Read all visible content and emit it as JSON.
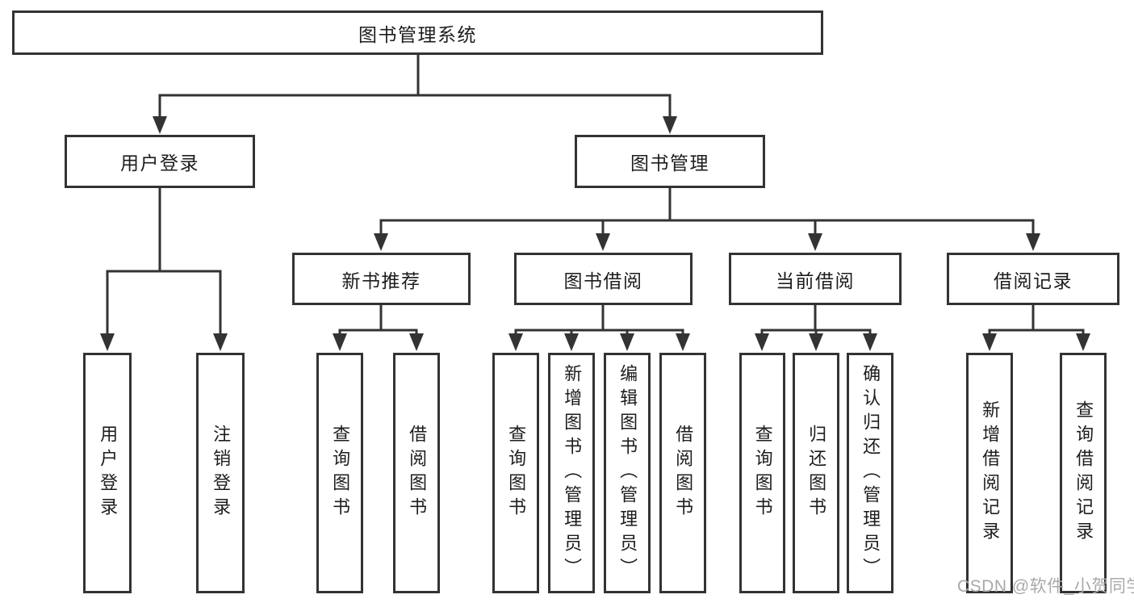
{
  "colors": {
    "line": "#333333",
    "box_border": "#333333",
    "text": "#1d1d1d",
    "background": "#ffffff",
    "watermark": "#a9a9a9"
  },
  "diagram": {
    "root": "图书管理系统",
    "branches": {
      "user_login": "用户登录",
      "book_management": "图书管理"
    },
    "book_management_children": {
      "new_book_recommend": "新书推荐",
      "book_borrow": "图书借阅",
      "current_borrow": "当前借阅",
      "borrow_records": "借阅记录"
    },
    "leaves": {
      "user_login": [
        "用户登录",
        "注销登录"
      ],
      "new_book_recommend": [
        "查询图书",
        "借阅图书"
      ],
      "book_borrow": [
        "查询图书",
        "新增图书（管理员）",
        "编辑图书（管理员）",
        "借阅图书"
      ],
      "current_borrow": [
        "查询图书",
        "归还图书",
        "确认归还（管理员）"
      ],
      "borrow_records": [
        "新增借阅记录",
        "查询借阅记录"
      ]
    }
  },
  "watermark": "CSDN @软件_小贺同学"
}
